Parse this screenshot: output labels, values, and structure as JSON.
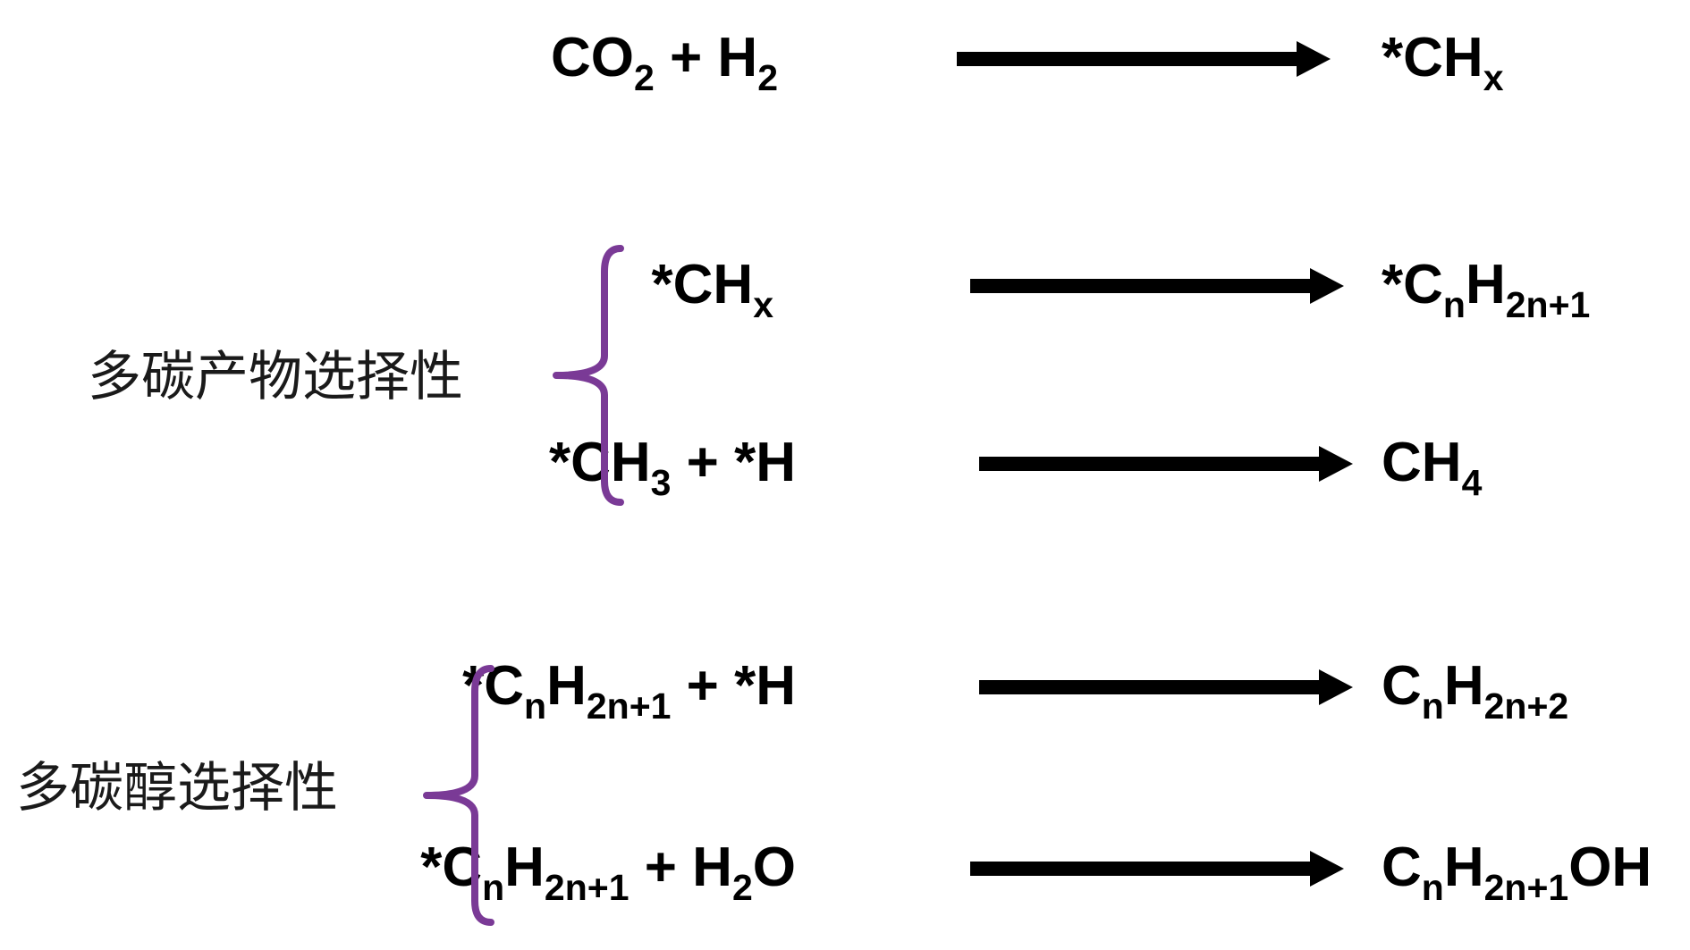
{
  "reactions": [
    {
      "id": "r1",
      "lhs": [
        {
          "t": "CO"
        },
        {
          "t": "2",
          "sub": true
        },
        {
          "t": " + H"
        },
        {
          "t": "2",
          "sub": true
        }
      ],
      "rhs": [
        {
          "t": "*CH"
        },
        {
          "t": "x",
          "sub": true
        }
      ]
    },
    {
      "id": "r2",
      "lhs": [
        {
          "t": "*CH"
        },
        {
          "t": "x",
          "sub": true
        }
      ],
      "rhs": [
        {
          "t": "*C"
        },
        {
          "t": "n",
          "sub": true
        },
        {
          "t": "H"
        },
        {
          "t": "2n+1",
          "sub": true
        }
      ]
    },
    {
      "id": "r3",
      "lhs": [
        {
          "t": "*CH"
        },
        {
          "t": "3",
          "sub": true
        },
        {
          "t": " + *H"
        }
      ],
      "rhs": [
        {
          "t": "CH"
        },
        {
          "t": "4",
          "sub": true
        }
      ]
    },
    {
      "id": "r4",
      "lhs": [
        {
          "t": "*C"
        },
        {
          "t": "n",
          "sub": true
        },
        {
          "t": "H"
        },
        {
          "t": "2n+1",
          "sub": true
        },
        {
          "t": " + *H"
        }
      ],
      "rhs": [
        {
          "t": "C"
        },
        {
          "t": "n",
          "sub": true
        },
        {
          "t": "H"
        },
        {
          "t": "2n+2",
          "sub": true
        }
      ]
    },
    {
      "id": "r5",
      "lhs": [
        {
          "t": "*C"
        },
        {
          "t": "n",
          "sub": true
        },
        {
          "t": "H"
        },
        {
          "t": "2n+1",
          "sub": true
        },
        {
          "t": " + H"
        },
        {
          "t": "2",
          "sub": true
        },
        {
          "t": "O"
        }
      ],
      "rhs": [
        {
          "t": "C"
        },
        {
          "t": "n",
          "sub": true
        },
        {
          "t": "H"
        },
        {
          "t": "2n+1",
          "sub": true
        },
        {
          "t": "OH"
        }
      ]
    }
  ],
  "groups": {
    "multi_carbon_product": {
      "label": "多碳产物选择性"
    },
    "multi_carbon_alcohol": {
      "label": "多碳醇选择性"
    }
  },
  "colors": {
    "brace": "#7a3a96",
    "text": "#000000",
    "arrow": "#000000"
  }
}
